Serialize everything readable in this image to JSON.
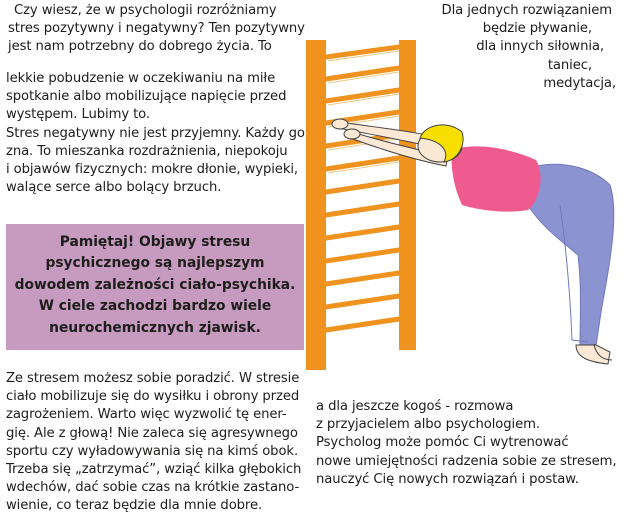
{
  "intro": {
    "lines": [
      "Czy wiesz, że w psychologii rozróżniamy",
      "stres pozytywny i negatywny? Ten pozytywny",
      "jest nam potrzebny do dobrego życia. To"
    ]
  },
  "right_top": {
    "lines": [
      "Dla jednych rozwiązaniem",
      "będzie pływanie,",
      "dla innych siłownia,",
      "taniec,",
      "medytacja,"
    ]
  },
  "middle": {
    "lines": [
      "lekkie pobudzenie w oczekiwaniu na miłe",
      "spotkanie albo mobilizujące napięcie przed",
      "występem. Lubimy to.",
      "Stres negatywny nie jest przyjemny. Każdy go",
      "zna. To mieszanka rozdrażnienia, niepokoju",
      "i objawów fizycznych: mokre dłonie, wypieki,",
      "walące serce albo bolący brzuch."
    ]
  },
  "callout": {
    "lead": "Pamiętaj!",
    "line1_rest": " Objawy stresu",
    "lines": [
      "psychicznego są najlepszym",
      "dowodem zależności ciało-psychika.",
      "W ciele zachodzi bardzo wiele",
      "neurochemicznych zjawisk."
    ]
  },
  "bottom_left": {
    "lines": [
      "Ze stresem możesz sobie poradzić. W stresie",
      "ciało mobilizuje się do wysiłku i obrony przed",
      "zagrożeniem. Warto więc wyzwolić tę ener-",
      "gię. Ale z głową! Nie zaleca się agresywnego",
      "sportu czy wyładowywania się na kimś obok.",
      "Trzeba się „zatrzymać”, wziąć kilka głębokich",
      "wdechów, dać sobie czas na krótkie zastano-",
      "wienie, co teraz będzie dla mnie dobre."
    ]
  },
  "bottom_right": {
    "lines": [
      "a dla jeszcze kogoś - rozmowa",
      "z przyjacielem albo psychologiem.",
      "Psycholog może pomóc Ci wytrenować",
      "nowe umiejętności radzenia sobie ze stresem,",
      "nauczyć Cię nowych rozwiązań i postaw."
    ]
  },
  "colors": {
    "callout_bg": "#c69bbf",
    "ladder_wood": "#f0921e",
    "shirt": "#ef5b8f",
    "pants": "#8c93d1",
    "hair": "#f7e000",
    "skin": "#fbe9d6"
  },
  "illustration": "woman-stretching-at-wall-bars"
}
